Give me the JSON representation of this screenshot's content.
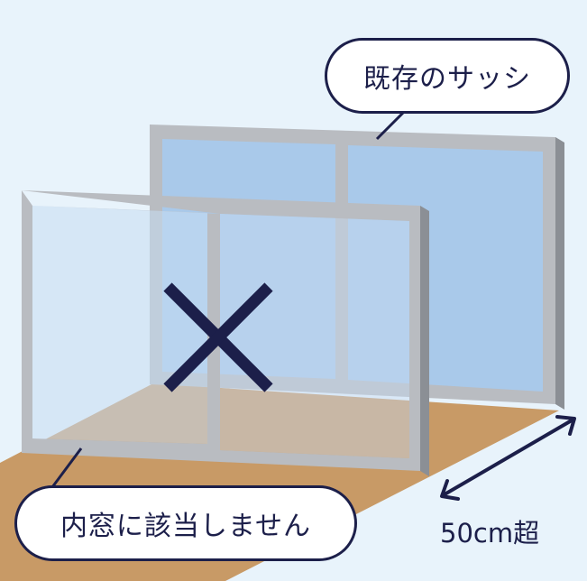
{
  "labels": {
    "existing_sash": "既存のサッシ",
    "inner_window_status": "内窓に該当しません",
    "distance": "50cm超"
  },
  "icons": {
    "mark": "cross-mark-icon",
    "arrow": "double-arrow-icon"
  },
  "colors": {
    "background": "#e8f3fb",
    "floor": "#c89a66",
    "frame": "#b9bcc1",
    "glass_existing": "#a9c9ea",
    "glass_inner": "#c7dcf2",
    "ink": "#1c1f4a"
  }
}
